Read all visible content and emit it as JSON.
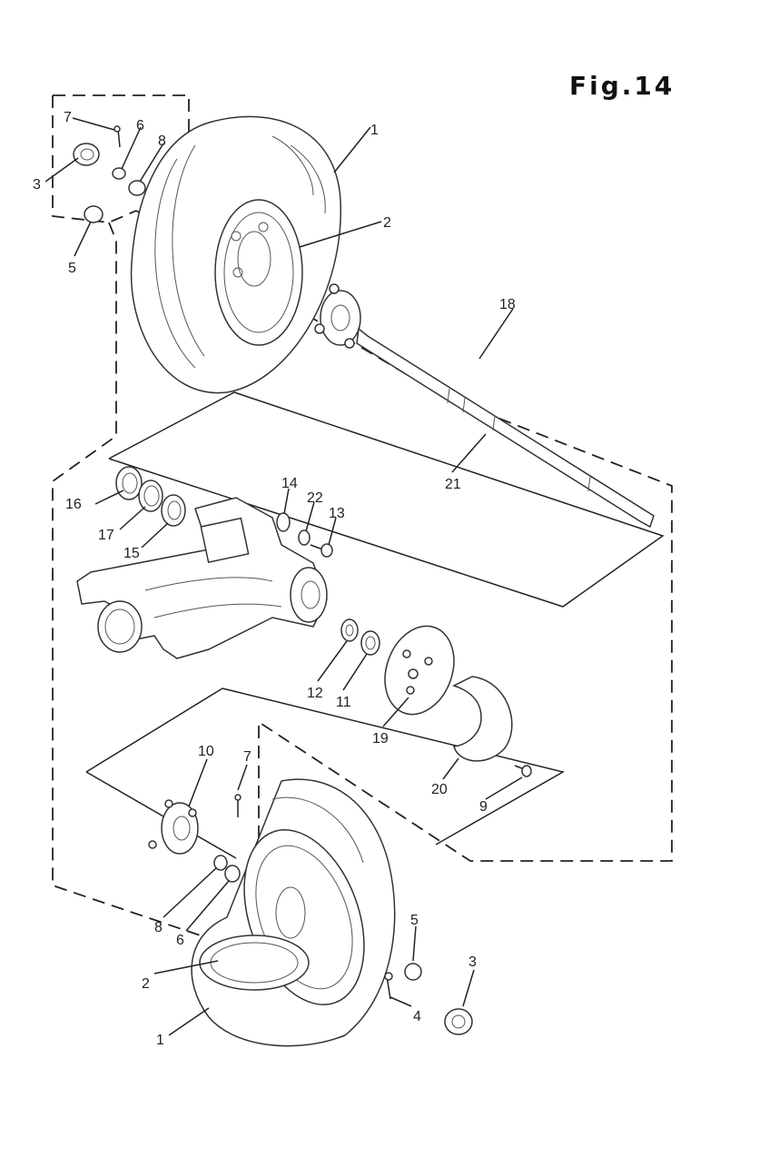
{
  "figure": {
    "title": "Fig.14"
  },
  "callouts": [
    {
      "id": "c-7-top",
      "text": "7"
    },
    {
      "id": "c-6-top",
      "text": "6"
    },
    {
      "id": "c-8-top",
      "text": "8"
    },
    {
      "id": "c-3-top",
      "text": "3"
    },
    {
      "id": "c-5-top",
      "text": "5"
    },
    {
      "id": "c-1-top",
      "text": "1"
    },
    {
      "id": "c-2-top",
      "text": "2"
    },
    {
      "id": "c-18",
      "text": "18"
    },
    {
      "id": "c-21",
      "text": "21"
    },
    {
      "id": "c-14",
      "text": "14"
    },
    {
      "id": "c-22",
      "text": "22"
    },
    {
      "id": "c-13",
      "text": "13"
    },
    {
      "id": "c-16",
      "text": "16"
    },
    {
      "id": "c-17",
      "text": "17"
    },
    {
      "id": "c-15",
      "text": "15"
    },
    {
      "id": "c-12",
      "text": "12"
    },
    {
      "id": "c-11",
      "text": "11"
    },
    {
      "id": "c-19",
      "text": "19"
    },
    {
      "id": "c-20",
      "text": "20"
    },
    {
      "id": "c-9",
      "text": "9"
    },
    {
      "id": "c-10",
      "text": "10"
    },
    {
      "id": "c-7-bot",
      "text": "7"
    },
    {
      "id": "c-8-bot",
      "text": "8"
    },
    {
      "id": "c-6-bot",
      "text": "6"
    },
    {
      "id": "c-5-bot",
      "text": "5"
    },
    {
      "id": "c-3-bot",
      "text": "3"
    },
    {
      "id": "c-2-bot",
      "text": "2"
    },
    {
      "id": "c-4",
      "text": "4"
    },
    {
      "id": "c-1-bot",
      "text": "1"
    }
  ]
}
